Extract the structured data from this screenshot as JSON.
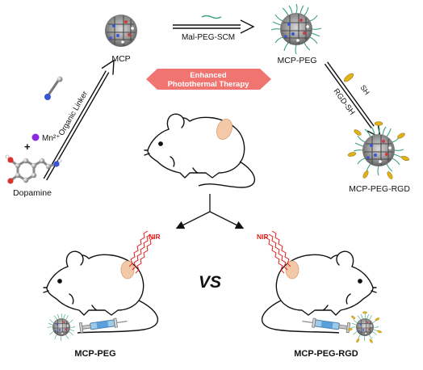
{
  "labels": {
    "mcp": "MCP",
    "mcp_peg_top": "MCP-PEG",
    "mcp_peg_rgd_top": "MCP-PEG-RGD",
    "mal_peg_scm": "Mal-PEG-SCM",
    "organic_linker": "Organic Linker",
    "rgd_sh": "RGD-SH",
    "sh": "SH",
    "mn2": "Mn²⁺",
    "plus": "+",
    "dopamine": "Dopamine",
    "banner_line1": "Enhanced",
    "banner_line2": "Photothermal Therapy",
    "nir_left": "NIR",
    "nir_right": "NIR",
    "vs": "VS",
    "bottom_left": "MCP-PEG",
    "bottom_right": "MCP-PEG-RGD"
  },
  "colors": {
    "banner_fill": "#f07470",
    "nir_red": "#e0201c",
    "peg_green": "#3aa37a",
    "rgd_gold": "#e3b21a",
    "mn_purple": "#8a2be2",
    "tumor": "#f3c9a8"
  }
}
